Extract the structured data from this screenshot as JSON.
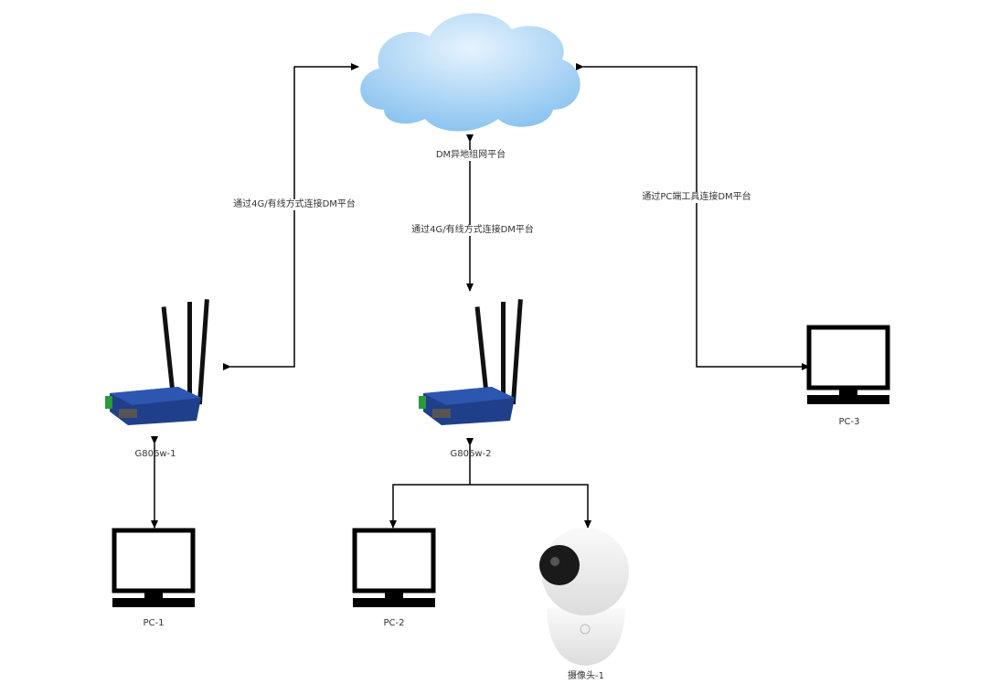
{
  "cloud": {
    "label": "DM异地组网平台"
  },
  "links": {
    "left": "通过4G/有线方式连接DM平台",
    "middle": "通过4G/有线方式连接DM平台",
    "right": "通过PC端工具连接DM平台"
  },
  "devices": {
    "router1": "G806w-1",
    "router2": "G806w-2",
    "pc1": "PC-1",
    "pc2": "PC-2",
    "pc3": "PC-3",
    "camera1": "摄像头-1"
  },
  "colors": {
    "line": "#000000",
    "cloud": "#a8d4f5",
    "router": "#1f3f8a"
  }
}
